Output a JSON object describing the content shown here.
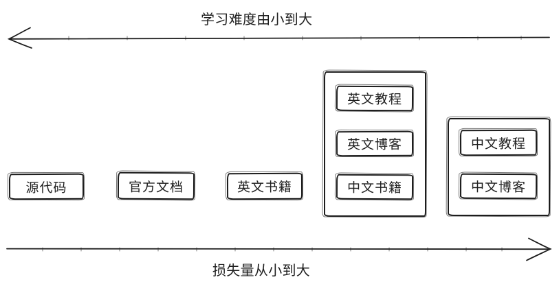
{
  "diagram": {
    "top_axis": {
      "label": "学习难度由小到大",
      "arrow_direction": "left"
    },
    "bottom_axis": {
      "label": "损失量从小到大",
      "arrow_direction": "right"
    },
    "standalone_boxes": [
      {
        "label": "源代码"
      },
      {
        "label": "官方文档"
      },
      {
        "label": "英文书籍"
      }
    ],
    "groups": [
      {
        "items": [
          {
            "label": "英文教程"
          },
          {
            "label": "英文博客"
          },
          {
            "label": "中文书籍"
          }
        ]
      },
      {
        "items": [
          {
            "label": "中文教程"
          },
          {
            "label": "中文博客"
          }
        ]
      }
    ],
    "colors": {
      "ink": "#1c1c1c",
      "background": "#ffffff"
    }
  }
}
